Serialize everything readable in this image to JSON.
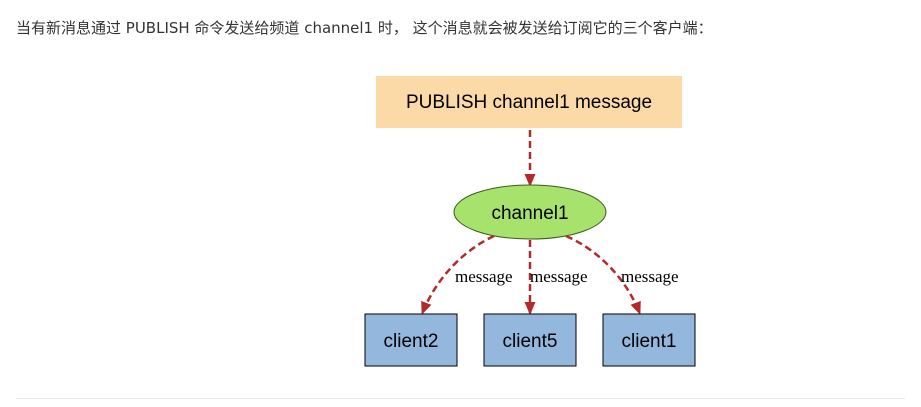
{
  "intro_text": "当有新消息通过 PUBLISH 命令发送给频道 channel1 时， 这个消息就会被发送给订阅它的三个客户端：",
  "diagram": {
    "command_node": {
      "label": "PUBLISH channel1 message",
      "fill": "#fcdaa8"
    },
    "channel_node": {
      "label": "channel1",
      "fill": "#a7e26d",
      "stroke": "#3a5a1a"
    },
    "clients": [
      {
        "label": "client2",
        "edge_label": "message"
      },
      {
        "label": "client5",
        "edge_label": "message"
      },
      {
        "label": "client1",
        "edge_label": "message"
      }
    ],
    "client_fill": "#94b7de",
    "edge_color": "#b22a2a"
  }
}
